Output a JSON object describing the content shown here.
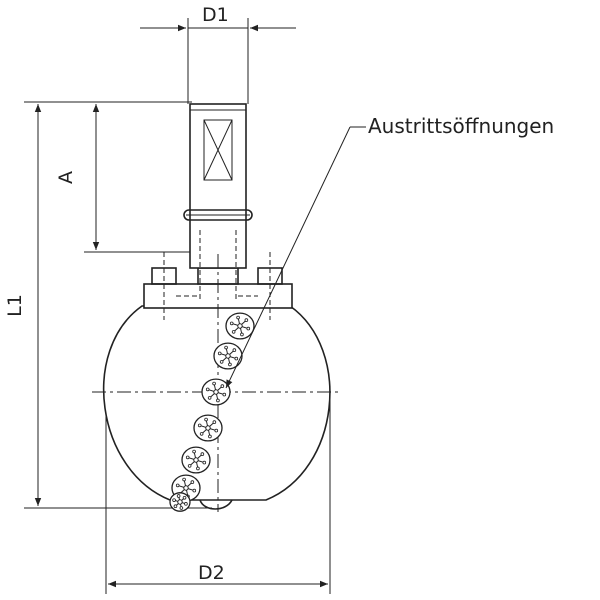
{
  "labels": {
    "d1": "D1",
    "d2": "D2",
    "a": "A",
    "l1": "L1",
    "callout": "Austrittsöffnungen"
  },
  "colors": {
    "line": "#222222",
    "background": "#ffffff"
  },
  "nozzle_count": 7
}
